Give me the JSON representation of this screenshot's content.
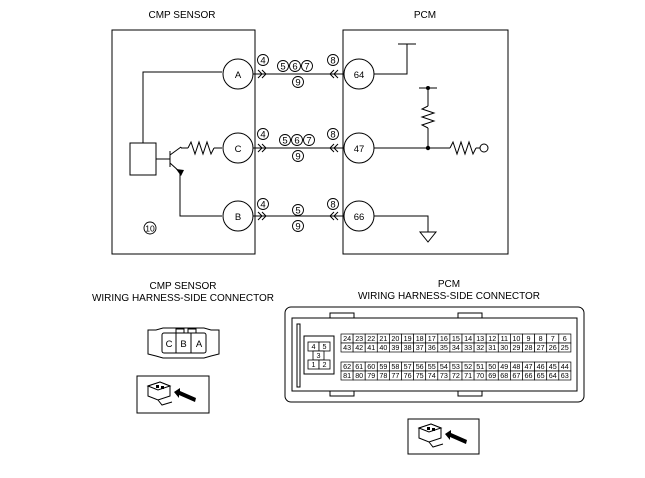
{
  "schematic": {
    "cmp_title": "CMP SENSOR",
    "pcm_title": "PCM",
    "cmp_pins": [
      "A",
      "C",
      "B"
    ],
    "pcm_pins": [
      "64",
      "47",
      "66"
    ],
    "circle_labels": {
      "four": "4",
      "five": "5",
      "six": "6",
      "seven": "7",
      "eight": "8",
      "nine": "9",
      "ten": "10"
    }
  },
  "cmp_connector": {
    "title_line1": "CMP SENSOR",
    "title_line2": "WIRING HARNESS-SIDE CONNECTOR",
    "pins": [
      "C",
      "B",
      "A"
    ]
  },
  "pcm_connector": {
    "title_line1": "PCM",
    "title_line2": "WIRING HARNESS-SIDE CONNECTOR",
    "left_block": [
      [
        "4",
        "5"
      ],
      [
        "3"
      ],
      [
        "1",
        "2"
      ]
    ],
    "upper_rows": [
      [
        "24",
        "23",
        "22",
        "21",
        "20",
        "19",
        "18",
        "17",
        "16",
        "15",
        "14",
        "13",
        "12",
        "11",
        "10",
        "9",
        "8",
        "7",
        "6"
      ],
      [
        "43",
        "42",
        "41",
        "40",
        "39",
        "38",
        "37",
        "36",
        "35",
        "34",
        "33",
        "32",
        "31",
        "30",
        "29",
        "28",
        "27",
        "26",
        "25"
      ]
    ],
    "lower_rows": [
      [
        "62",
        "61",
        "60",
        "59",
        "58",
        "57",
        "56",
        "55",
        "54",
        "53",
        "52",
        "51",
        "50",
        "49",
        "48",
        "47",
        "46",
        "45",
        "44"
      ],
      [
        "81",
        "80",
        "79",
        "78",
        "77",
        "76",
        "75",
        "74",
        "73",
        "72",
        "71",
        "70",
        "69",
        "68",
        "67",
        "66",
        "65",
        "64",
        "63"
      ]
    ]
  }
}
